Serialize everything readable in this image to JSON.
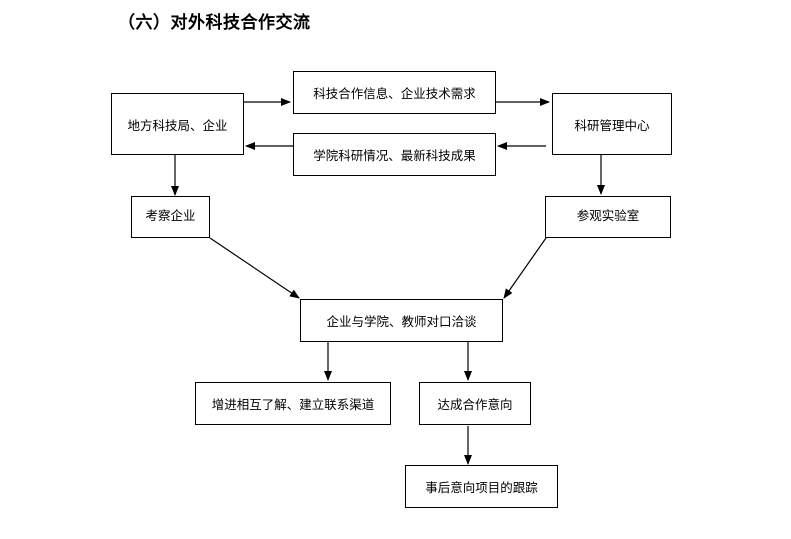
{
  "title": "（六）对外科技合作交流",
  "nodes": {
    "local_sci_bureau": "地方科技局、企业",
    "info_demand": "科技合作信息、企业技术需求",
    "research_center": "科研管理中心",
    "college_results": "学院科研情况、最新科技成果",
    "inspect_company": "考察企业",
    "visit_lab": "参观实验室",
    "negotiation": "企业与学院、教师对口洽谈",
    "mutual_understanding": "增进相互了解、建立联系渠道",
    "cooperation_intent": "达成合作意向",
    "project_tracking": "事后意向项目的跟踪"
  }
}
